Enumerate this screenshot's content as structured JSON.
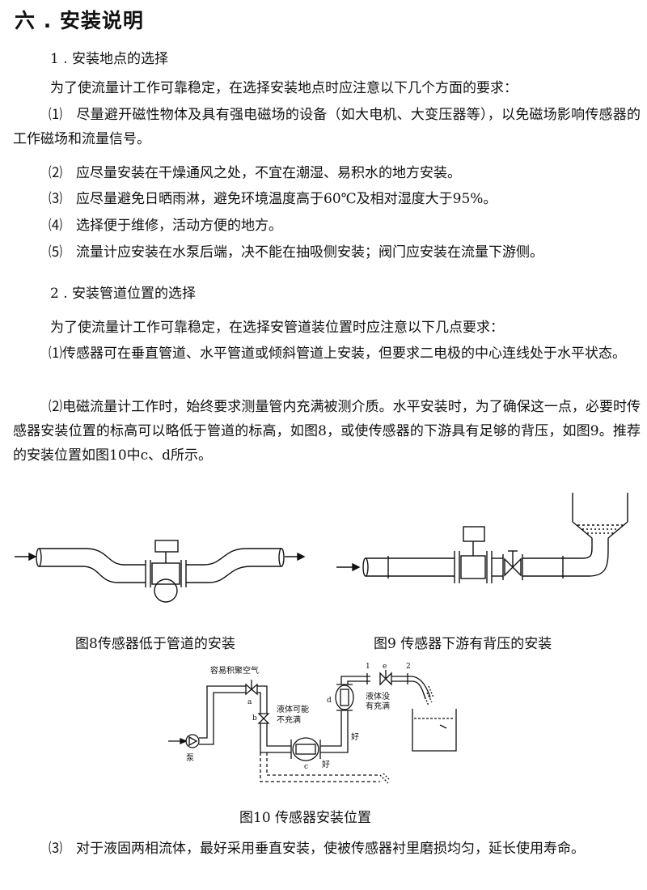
{
  "title": "六 . 安装说明",
  "section1": {
    "heading": "1 . 安装地点的选择",
    "intro": "为了使流量计工作可靠稳定，在选择安装地点时应注意以下几个方面的要求：",
    "items": [
      "⑴　尽量避开磁性物体及具有强电磁场的设备（如大电机、大变压器等），以免磁场影响传感器的工作磁场和流量信号。",
      "⑵　应尽量安装在干燥通风之处，不宜在潮湿、易积水的地方安装。",
      "⑶　应尽量避免日晒雨淋，避免环境温度高于60℃及相对湿度大于95%。",
      "⑷　选择便于维修，活动方便的地方。",
      "⑸　流量计应安装在水泵后端，决不能在抽吸侧安装；阀门应安装在流量下游侧。"
    ]
  },
  "section2": {
    "heading": "2 . 安装管道位置的选择",
    "intro": "为了使流量计工作可靠稳定，在选择安管道装位置时应注意以下几点要求：",
    "items": [
      "⑴传感器可在垂直管道、水平管道或倾斜管道上安装，但要求二电极的中心连线处于水平状态。",
      "⑵电磁流量计工作时，始终要求测量管内充满被测介质。水平安装时，为了确保这一点，必要时传感器安装位置的标高可以略低于管道的标高，如图8，或使传感器的下游具有足够的背压，如图9。推荐的安装位置如图10中c、d所示。"
    ]
  },
  "figures": {
    "fig8_caption": "图8传感器低于管道的安装",
    "fig9_caption": "图9 传感器下游有背压的安装",
    "fig10_caption": "图10 传感器安装位置",
    "fig10_labels": {
      "air": "容易积聚空气",
      "a": "a",
      "b": "b",
      "c": "c",
      "d": "d",
      "e": "e",
      "n1": "1",
      "n2": "2",
      "may_not_full_1": "液体可能",
      "may_not_full_2": "不充满",
      "not_full_1": "液体没",
      "not_full_2": "有充满",
      "good1": "好",
      "good2": "好",
      "pump": "泵"
    }
  },
  "footer_item": "⑶　对于液固两相流体，最好采用垂直安装，使被传感器衬里磨损均匀，延长使用寿命。"
}
